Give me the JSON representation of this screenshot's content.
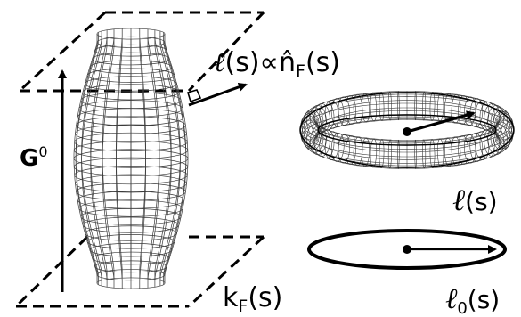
{
  "labels": {
    "g0_base": "G",
    "g0_sup": "0",
    "l_script": "ℓ",
    "l_paren_s": "(s)",
    "proportional": "∝",
    "n_hat": "n̂",
    "n_sub": "F",
    "n_paren_s": "(s)",
    "l_torus_script": "ℓ",
    "l_torus_paren": "(s)",
    "kf_base": "k",
    "kf_sub": "F",
    "kf_paren": "(s)",
    "l0_script": "ℓ",
    "l0_sub": "0",
    "l0_paren": "(s)"
  },
  "colors": {
    "ink": "#000000",
    "mesh": "#3a3a3a"
  }
}
